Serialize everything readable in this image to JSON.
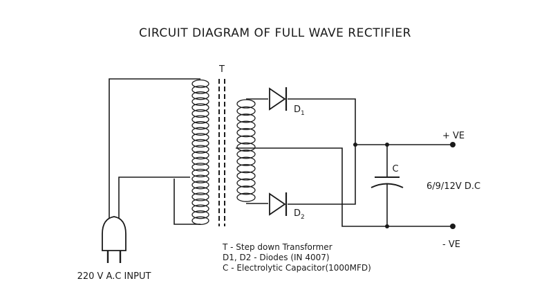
{
  "title": "CIRCUIT DIAGRAM OF FULL WAVE RECTIFIER",
  "labels": {
    "transformer": "T",
    "diode1": "D",
    "diode1_sub": "1",
    "diode2": "D",
    "diode2_sub": "2",
    "capacitor": "C",
    "positive": "+ VE",
    "negative": "- VE",
    "output": "6/9/12V D.C",
    "input": "220 V A.C INPUT"
  },
  "legend": [
    "T  -  Step down Transformer",
    "D1, D2  -  Diodes (IN 4007)",
    "C  -  Electrolytic Capacitor(1000MFD)"
  ]
}
